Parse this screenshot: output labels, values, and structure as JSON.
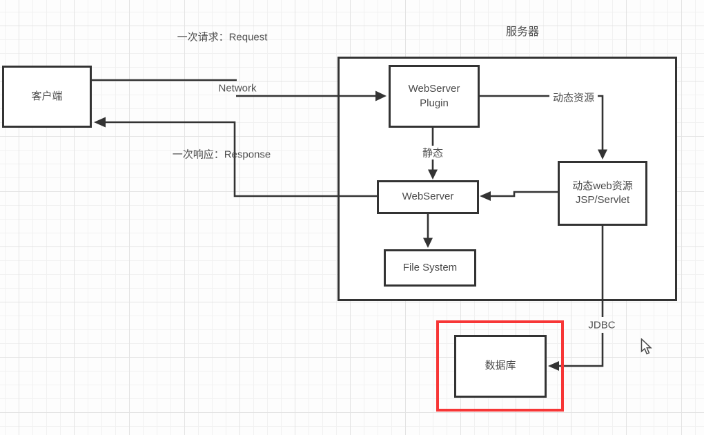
{
  "colors": {
    "line": "#333333",
    "node_border": "#333333",
    "node_fill": "#ffffff",
    "node_text": "#4a4a4a",
    "edge_label_text": "#4f4f4f",
    "highlight_red": "#f73636",
    "grid_minor": "#f1f1f1",
    "grid_major": "#e3e3e3",
    "canvas_bg": "#fdfdfd"
  },
  "labels": {
    "request": "一次请求：Request",
    "network": "Network",
    "response": "一次响应：Response",
    "static_resource": "静态",
    "dynamic_resource": "动态资源",
    "jdbc": "JDBC",
    "server": "服务器"
  },
  "nodes": {
    "client": {
      "label": "客户端"
    },
    "webserver_plugin": {
      "line1": "WebServer",
      "line2": "Plugin"
    },
    "webserver": {
      "label": "WebServer"
    },
    "file_system": {
      "label": "File System"
    },
    "jsp_servlet": {
      "line1": "动态web资源",
      "line2": "JSP/Servlet"
    },
    "database": {
      "label": "数据库"
    }
  }
}
